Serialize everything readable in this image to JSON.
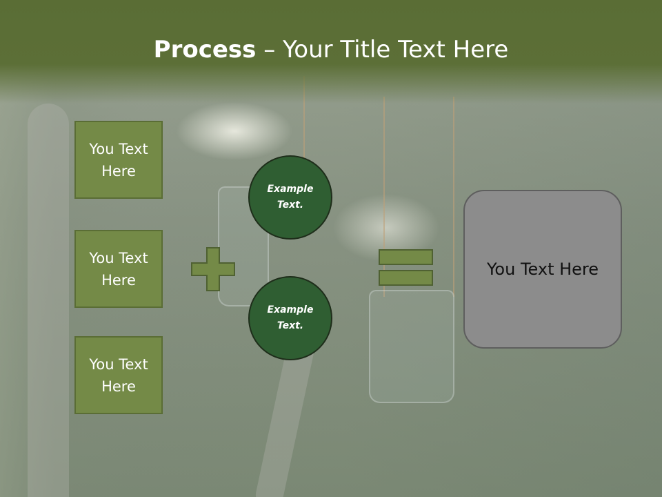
{
  "slide": {
    "title_bold": "Process",
    "title_dash": " – ",
    "title_rest": "Your Title Text Here"
  },
  "left_boxes": [
    {
      "line1": "You Text",
      "line2": "Here"
    },
    {
      "line1": "You Text",
      "line2": "Here"
    },
    {
      "line1": "You Text",
      "line2": "Here"
    }
  ],
  "circles": [
    {
      "line1": "Example",
      "line2": "Text."
    },
    {
      "line1": "Example",
      "line2": "Text."
    }
  ],
  "result": {
    "text": "You Text Here"
  },
  "colors": {
    "header_green": "#5c6f37",
    "box_green": "#748a47",
    "circle_green": "#2f5e32",
    "result_gray": "#8c8c8c"
  },
  "icons": {
    "plus": "plus-icon",
    "equals": "equals-icon"
  }
}
